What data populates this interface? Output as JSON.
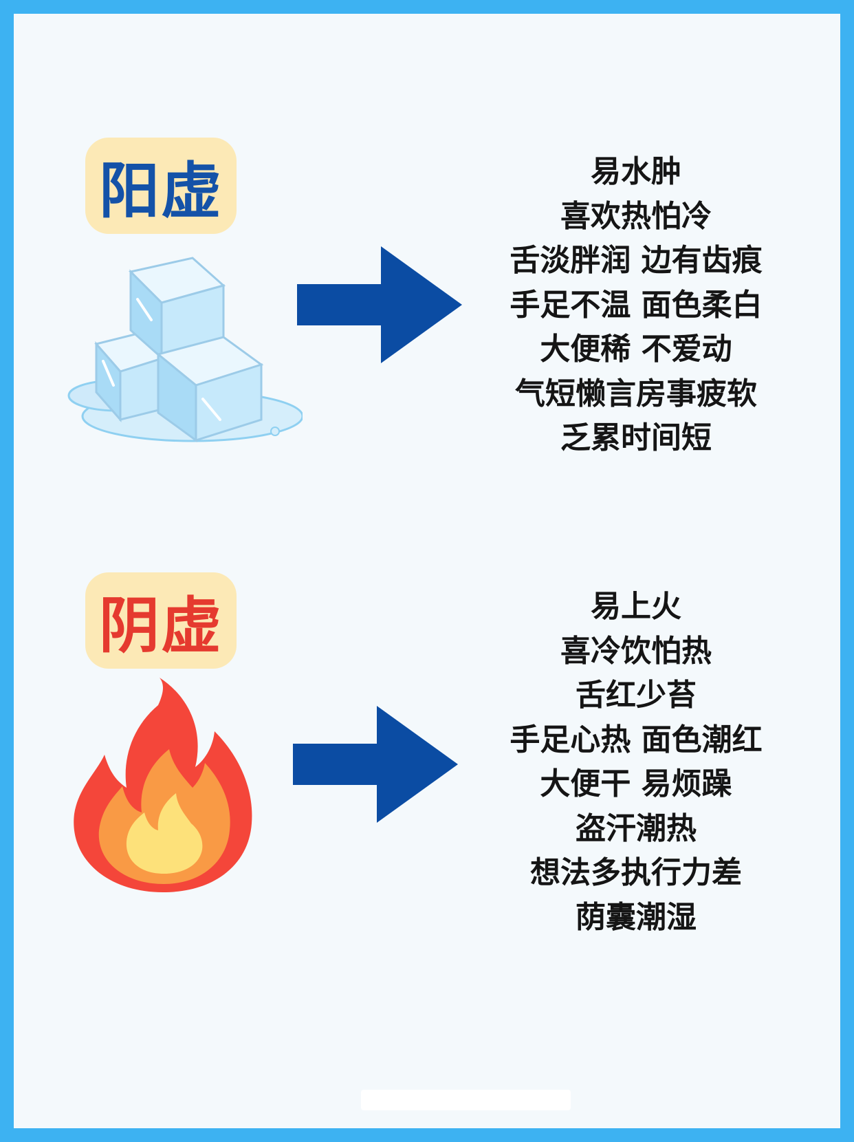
{
  "sections": [
    {
      "title": "阳虚",
      "title_color": "#1452a8",
      "icon": "ice-cubes-icon",
      "symptoms": [
        "易水肿",
        "喜欢热怕冷",
        "舌淡胖润 边有齿痕",
        "手足不温 面色柔白",
        "大便稀 不爱动",
        "气短懒言房事疲软",
        "乏累时间短"
      ]
    },
    {
      "title": "阴虚",
      "title_color": "#e53a2f",
      "icon": "fire-icon",
      "symptoms": [
        "易上火",
        "喜冷饮怕热",
        "舌红少苔",
        "手足心热 面色潮红",
        "大便干 易烦躁",
        "盗汗潮热",
        "想法多执行力差",
        "荫囊潮湿"
      ]
    }
  ],
  "colors": {
    "border": "#3db2f2",
    "background": "#f4f9fc",
    "badge_bg": "#fce9b6",
    "arrow": "#0b4ca3"
  }
}
